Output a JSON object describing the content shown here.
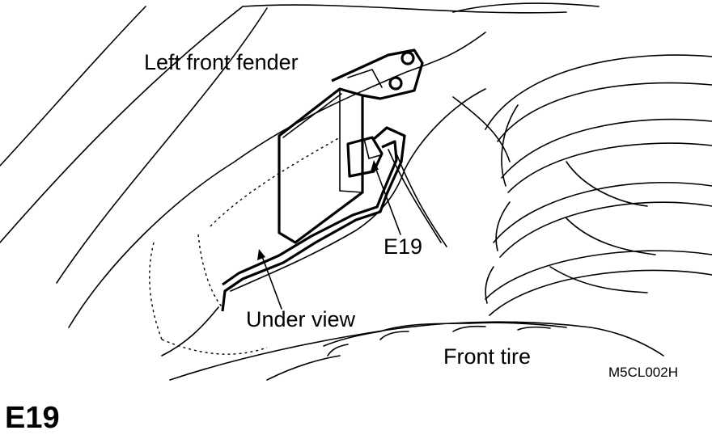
{
  "labels": {
    "left_front_fender": "Left front fender",
    "connector": "E19",
    "under_view": "Under view",
    "front_tire": "Front tire",
    "figure_code": "M5CL002H"
  },
  "caption": "E19",
  "colors": {
    "ink": "#000000",
    "paper": "#ffffff"
  }
}
